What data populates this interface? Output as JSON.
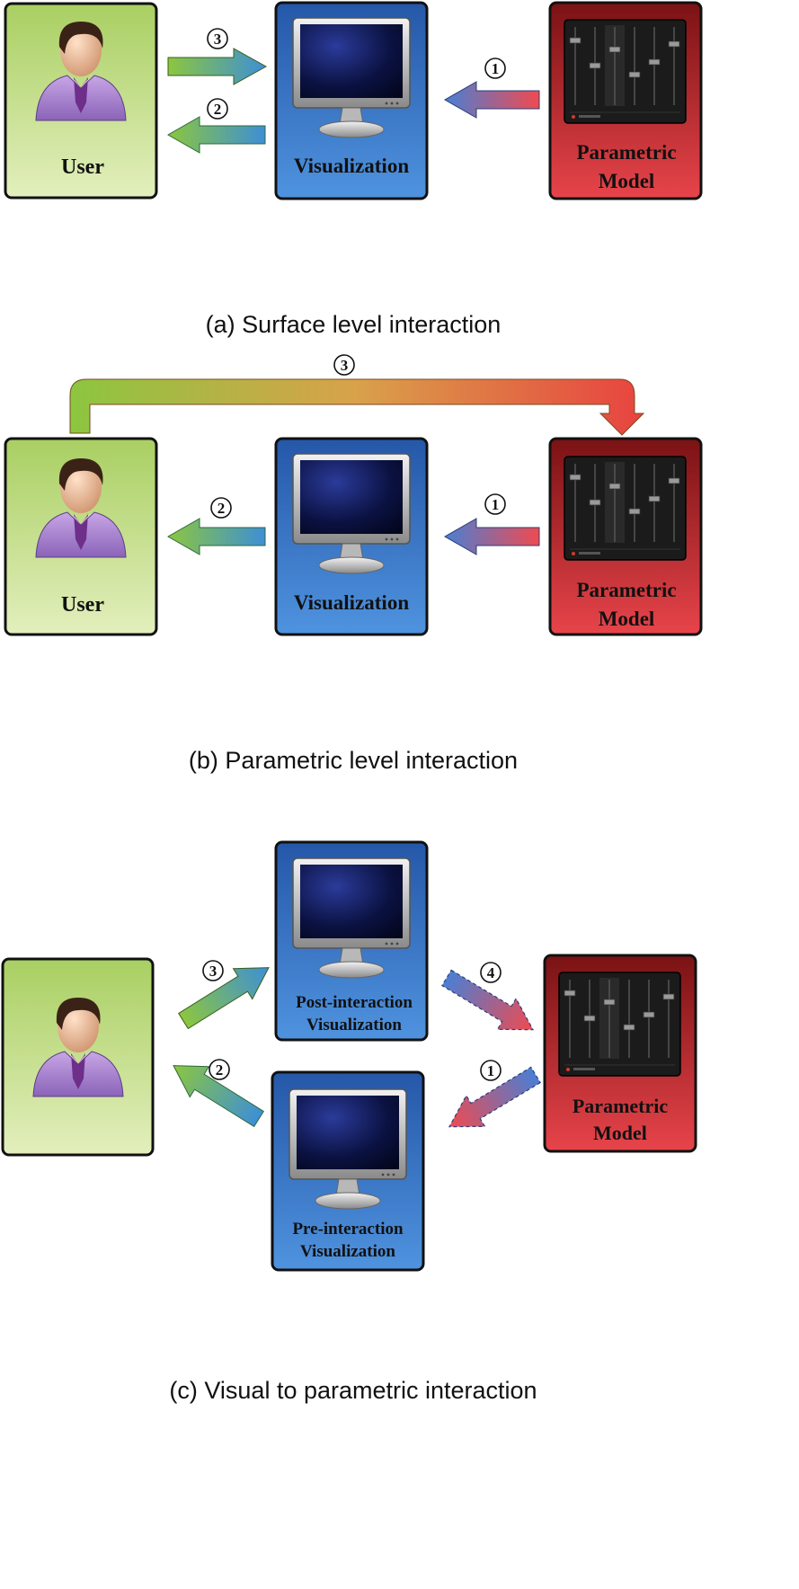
{
  "panel_a": {
    "user_label": "User",
    "vis_label": "Visualization",
    "model_label_1": "Parametric",
    "model_label_2": "Model",
    "step_3": "3",
    "step_2": "2",
    "step_1": "1",
    "caption": "(a) Surface level interaction"
  },
  "panel_b": {
    "user_label": "User",
    "vis_label": "Visualization",
    "model_label_1": "Parametric",
    "model_label_2": "Model",
    "step_3": "3",
    "step_2": "2",
    "step_1": "1",
    "caption": "(b) Parametric level interaction"
  },
  "panel_c": {
    "post_label_1": "Post-interaction",
    "post_label_2": "Visualization",
    "pre_label_1": "Pre-interaction",
    "pre_label_2": "Visualization",
    "model_label_1": "Parametric",
    "model_label_2": "Model",
    "step_3": "3",
    "step_4": "4",
    "step_2": "2",
    "step_1": "1",
    "caption": "(c) Visual to parametric interaction"
  },
  "colors": {
    "user_green": "#c4de8c",
    "vis_blue": "#3f7fd0",
    "model_red": "#d9363b"
  },
  "icons": [
    "user-person-icon",
    "computer-monitor-icon",
    "mixer-panel-icon",
    "flow-arrow-icon"
  ]
}
